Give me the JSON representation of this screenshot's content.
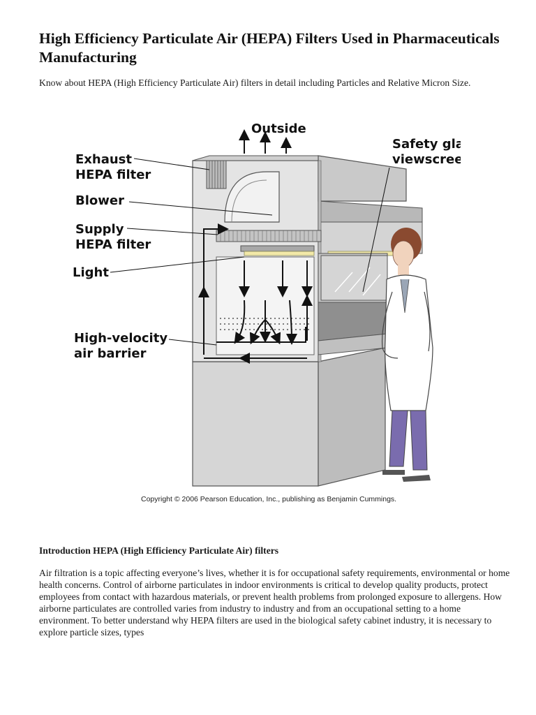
{
  "article": {
    "title": "High Efficiency Particulate Air (HEPA) Filters Used in Pharmaceuticals Manufacturing",
    "intro": "Know about HEPA (High Efficiency Particulate Air) filters in detail including Particles and Relative Micron Size."
  },
  "figure": {
    "labels": {
      "outside": "Outside",
      "exhaust_line1": "Exhaust",
      "exhaust_line2": "HEPA filter",
      "blower": "Blower",
      "supply_line1": "Supply",
      "supply_line2": "HEPA filter",
      "light": "Light",
      "air_barrier_line1": "High-velocity",
      "air_barrier_line2": "air barrier",
      "safety_glass_line1": "Safety glass",
      "safety_glass_line2": "viewscreen"
    },
    "copyright": "Copyright © 2006 Pearson Education, Inc., publishing as Benjamin Cummings."
  },
  "section": {
    "heading": "Introduction HEPA (High Efficiency Particulate Air) filters",
    "body": "Air filtration is a topic affecting everyone’s lives, whether it is for occupational safety requirements, environmental or home health concerns. Control of airborne particulates in indoor environments is critical to develop quality products, protect employees from contact with hazardous materials, or prevent health problems from prolonged exposure to allergens. How airborne particulates are controlled varies from industry to industry and from an occupational setting to a home environment. To better understand why HEPA filters are used in the biological safety cabinet industry, it is necessary to explore particle sizes, types"
  },
  "colors": {
    "cabinet_light": "#e6e6e6",
    "cabinet_mid": "#c8c8c8",
    "cabinet_dark": "#9a9a9a",
    "light_bulb": "#f3e9a8",
    "scrubs": "#7a6cae",
    "hair": "#8a4a30"
  }
}
